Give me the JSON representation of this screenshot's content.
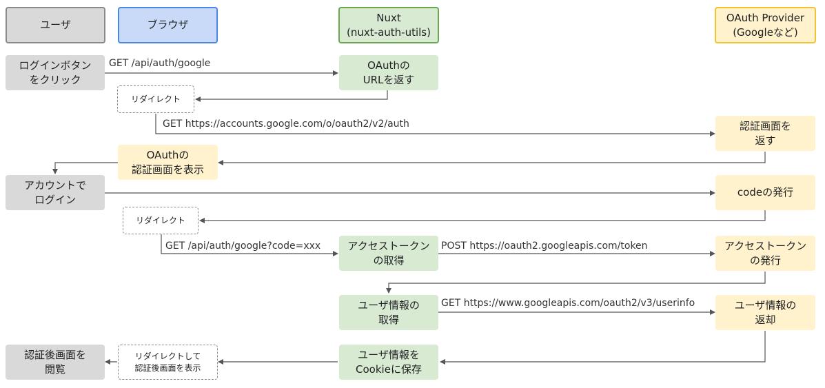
{
  "headers": {
    "user": "ユーザ",
    "browser": "ブラウザ",
    "nuxt": "Nuxt\n(nuxt-auth-utils)",
    "provider": "OAuth Provider\n(Googleなど)"
  },
  "boxes": {
    "login_click": "ログインボタン\nをクリック",
    "return_url": "OAuthの\nURLを返す",
    "redirect1": "リダイレクト",
    "return_auth_screen": "認証画面を\n返す",
    "show_auth_screen": "OAuthの\n認証画面を表示",
    "account_login": "アカウントで\nログイン",
    "issue_code": "codeの発行",
    "redirect2": "リダイレクト",
    "get_token": "アクセストークン\nの取得",
    "issue_token": "アクセストークン\nの発行",
    "get_userinfo": "ユーザ情報の\n取得",
    "return_userinfo": "ユーザ情報の\n返却",
    "save_cookie": "ユーザ情報を\nCookieに保存",
    "redirect_show": "リダイレクトして\n認証後画面を表示",
    "view_after_auth": "認証後画面を\n閲覧"
  },
  "labels": {
    "get_auth_google": "GET /api/auth/google",
    "get_google_auth": "GET https://accounts.google.com/o/oauth2/v2/auth",
    "get_callback": "GET /api/auth/google?code=xxx",
    "post_token": "POST https://oauth2.googleapis.com/token",
    "get_userinfo": "GET https://www.googleapis.com/oauth2/v3/userinfo"
  }
}
